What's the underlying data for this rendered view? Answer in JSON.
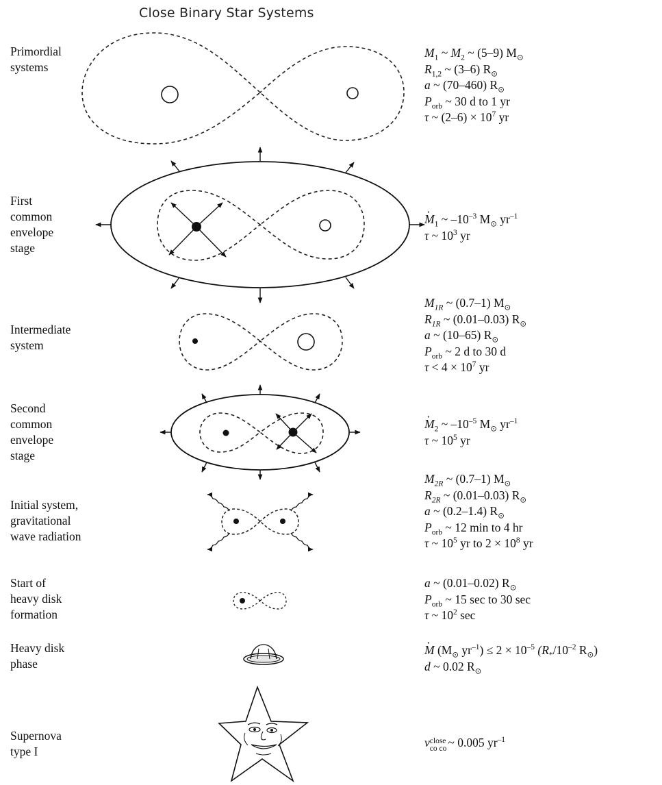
{
  "title": "Close Binary Star Systems",
  "stages": [
    {
      "label_lines": [
        "Primordial",
        "systems"
      ]
    },
    {
      "label_lines": [
        "First",
        "common",
        "envelope",
        "stage"
      ]
    },
    {
      "label_lines": [
        "Intermediate",
        "system"
      ]
    },
    {
      "label_lines": [
        "Second",
        "common",
        "envelope",
        "stage"
      ]
    },
    {
      "label_lines": [
        "Initial system,",
        "gravitational",
        "wave radiation"
      ]
    },
    {
      "label_lines": [
        "Start of",
        "heavy disk",
        "formation"
      ]
    },
    {
      "label_lines": [
        "Heavy disk",
        "phase"
      ]
    },
    {
      "label_lines": [
        "Supernova",
        "type I"
      ]
    }
  ],
  "params": {
    "primordial": {
      "masses": "~ (5–9)",
      "radii": "~ (3–6)",
      "separation": "~ (70–460)",
      "period": "~ 30 d to 1 yr",
      "lifetime": "~ (2–6) × 10",
      "lifetime_exp": "7",
      "lifetime_unit": "yr"
    },
    "first_ce": {
      "mdot": "~ –10",
      "mdot_exp": "–3",
      "mdot_unit": "yr",
      "mdot_unit_exp": "–1",
      "lifetime": "~ 10",
      "lifetime_exp": "3",
      "lifetime_unit": "yr"
    },
    "intermediate": {
      "mass": "~ (0.7–1)",
      "radius": "~ (0.01–0.03)",
      "separation": "~ (10–65)",
      "period": "~ 2 d to 30 d",
      "lifetime": "< 4 × 10",
      "lifetime_exp": "7",
      "lifetime_unit": "yr"
    },
    "second_ce": {
      "mdot": "~ –10",
      "mdot_exp": "–5",
      "mdot_unit": "yr",
      "mdot_unit_exp": "–1",
      "lifetime": "~ 10",
      "lifetime_exp": "5",
      "lifetime_unit": "yr"
    },
    "gw": {
      "mass": "~ (0.7–1)",
      "radius": "~ (0.01–0.03)",
      "separation": "~ (0.2–1.4)",
      "period": "~ 12 min to 4 hr",
      "lifetime_a": "~ 10",
      "lifetime_a_exp": "5",
      "lifetime_b": "yr to 2 × 10",
      "lifetime_b_exp": "8",
      "lifetime_unit": "yr"
    },
    "disk_start": {
      "separation": "~ (0.01–0.02)",
      "period": "~ 15 sec to 30 sec",
      "lifetime": "~ 10",
      "lifetime_exp": "2",
      "lifetime_unit": "sec"
    },
    "heavy_disk": {
      "mdot_label": "(M",
      "mdot_unit": "yr",
      "mdot_unit_exp": "–1",
      "mdot_rel": ") ≤ 2 × 10",
      "mdot_rel_exp": "–5",
      "ratio_a": "(R",
      "ratio_star": "*",
      "ratio_b": "/10",
      "ratio_b_exp": "–2",
      "ratio_close": ")",
      "thickness": "~ 0.02"
    },
    "supernova": {
      "rate_sup": "close",
      "rate_sub": "co co",
      "rate": "~ 0.005 yr",
      "rate_exp": "–1"
    }
  },
  "symbols": {
    "M": "M",
    "R": "R",
    "a": "a",
    "P": "P",
    "tau": "τ",
    "d": "d",
    "nu": "ν",
    "sun_mass": "M",
    "sun_radius": "R",
    "sun": "⊙",
    "sub_1": "1",
    "sub_2": "2",
    "sub_12": "1,2",
    "sub_1R": "1R",
    "sub_2R": "2R",
    "sub_orb": "orb"
  }
}
